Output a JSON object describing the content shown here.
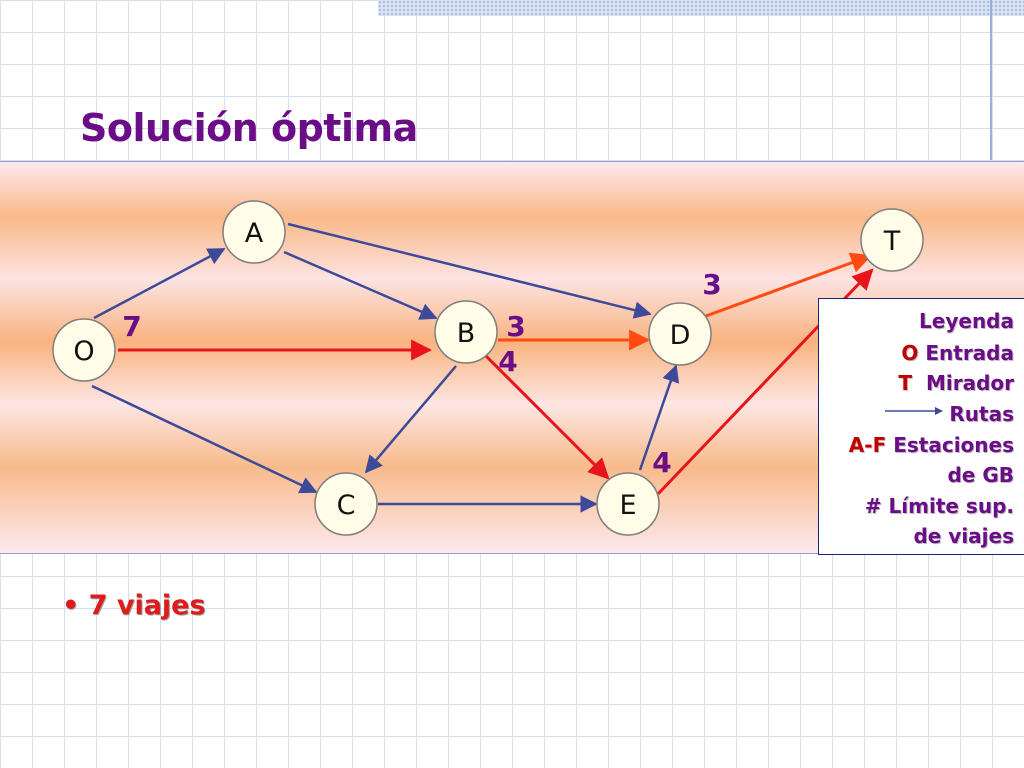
{
  "title": "Solución óptima",
  "nodes": [
    {
      "id": "A",
      "label": "A"
    },
    {
      "id": "B",
      "label": "B"
    },
    {
      "id": "C",
      "label": "C"
    },
    {
      "id": "D",
      "label": "D"
    },
    {
      "id": "E",
      "label": "E"
    },
    {
      "id": "O",
      "label": "O"
    },
    {
      "id": "T",
      "label": "T"
    }
  ],
  "edges": [
    {
      "from": "O",
      "to": "A",
      "color": "#3d4a9a"
    },
    {
      "from": "O",
      "to": "B",
      "color": "#e8141b"
    },
    {
      "from": "O",
      "to": "C",
      "color": "#3d4a9a"
    },
    {
      "from": "A",
      "to": "B",
      "color": "#3d4a9a"
    },
    {
      "from": "A",
      "to": "D",
      "color": "#3d4a9a"
    },
    {
      "from": "B",
      "to": "D",
      "color": "#ff4a12"
    },
    {
      "from": "B",
      "to": "E",
      "color": "#e8141b"
    },
    {
      "from": "B",
      "to": "C",
      "color": "#3d4a9a"
    },
    {
      "from": "C",
      "to": "E",
      "color": "#3d4a9a"
    },
    {
      "from": "E",
      "to": "D",
      "color": "#3d4a9a"
    },
    {
      "from": "D",
      "to": "T",
      "color": "#ff4a12"
    },
    {
      "from": "E",
      "to": "T",
      "color": "#e8141b"
    }
  ],
  "capacities": [
    {
      "id": "O-B",
      "value": "7"
    },
    {
      "id": "B-D",
      "value": "3"
    },
    {
      "id": "B-E",
      "value": "4"
    },
    {
      "id": "D-T",
      "value": "3"
    },
    {
      "id": "E-T",
      "value": "4"
    }
  ],
  "legend": {
    "title": "Leyenda",
    "entry_key": "O",
    "entry_text": "Entrada",
    "lookout_key": "T",
    "lookout_text": "Mirador",
    "routes_text": "Rutas",
    "stations_key": "A-F",
    "stations_text_1": "Estaciones",
    "stations_text_2": "de GB",
    "limit_text_1": "# Límite sup.",
    "limit_text_2": "de viajes"
  },
  "result": "• 7 viajes",
  "colors": {
    "title": "#6a0d86",
    "route_blue": "#3d4a9a",
    "route_red": "#e8141b",
    "route_orange": "#ff4a12",
    "legend_key": "#c00000",
    "result": "#e01b1b"
  }
}
